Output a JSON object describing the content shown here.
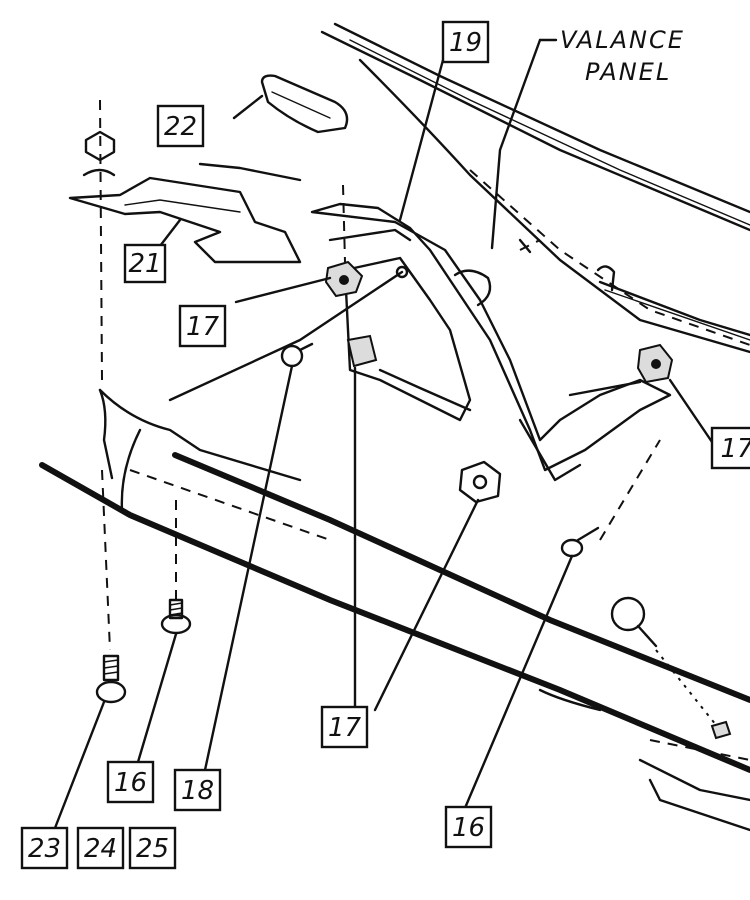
{
  "labels": {
    "panel_line1": "VALANCE",
    "panel_line2": "PANEL",
    "c19": "19",
    "c22": "22",
    "c21": "21",
    "c17_left": "17",
    "c17_right": "17",
    "c17_bottom": "17",
    "c16_left": "16",
    "c16_right": "16",
    "c18": "18",
    "c23": "23",
    "c24": "24",
    "c25": "25"
  }
}
